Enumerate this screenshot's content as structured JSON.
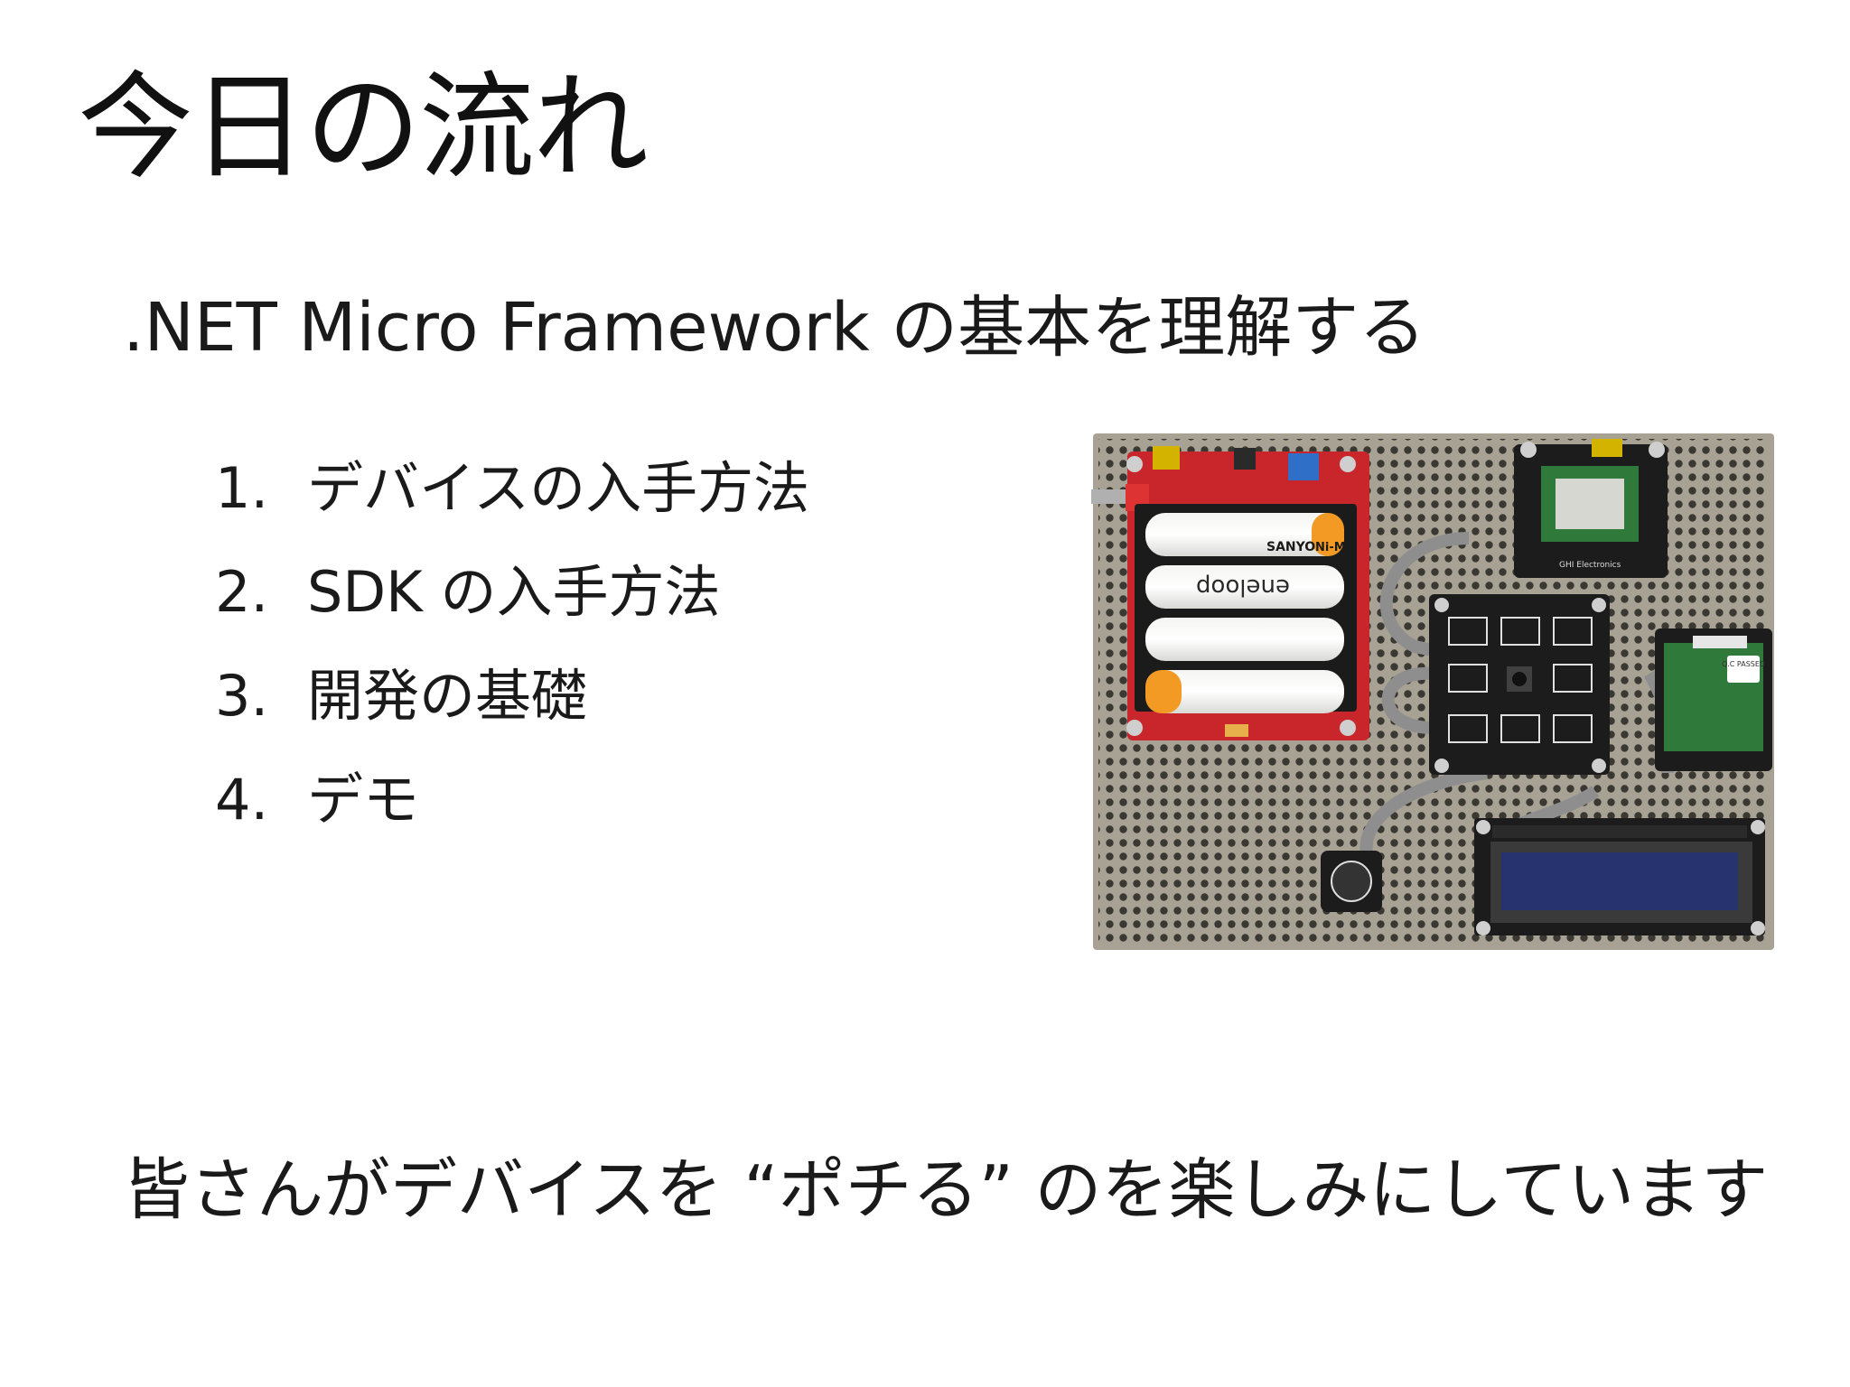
{
  "slide": {
    "title": "今日の流れ",
    "subtitle": ".NET Micro Framework の基本を理解する",
    "agenda": [
      {
        "number": "1.",
        "label": "デバイスの入手方法"
      },
      {
        "number": "2.",
        "label": "SDK の入手方法"
      },
      {
        "number": "3.",
        "label": "開発の基礎"
      },
      {
        "number": "4.",
        "label": "デモ"
      }
    ],
    "footer": "皆さんがデバイスを “ポチる” のを楽しみにしています"
  },
  "photo": {
    "battery_brand": "SANYO",
    "battery_type": "Ni-MH",
    "battery_label": "eneloop",
    "qc_label": "Q.C PASSED",
    "vendor": "GHI Electronics",
    "colors": {
      "board": "#a8a294",
      "red_pcb": "#c8262b",
      "black_pcb": "#1c1c1c",
      "green_pcb": "#2f7a3a",
      "lcd": "#27336e"
    }
  }
}
